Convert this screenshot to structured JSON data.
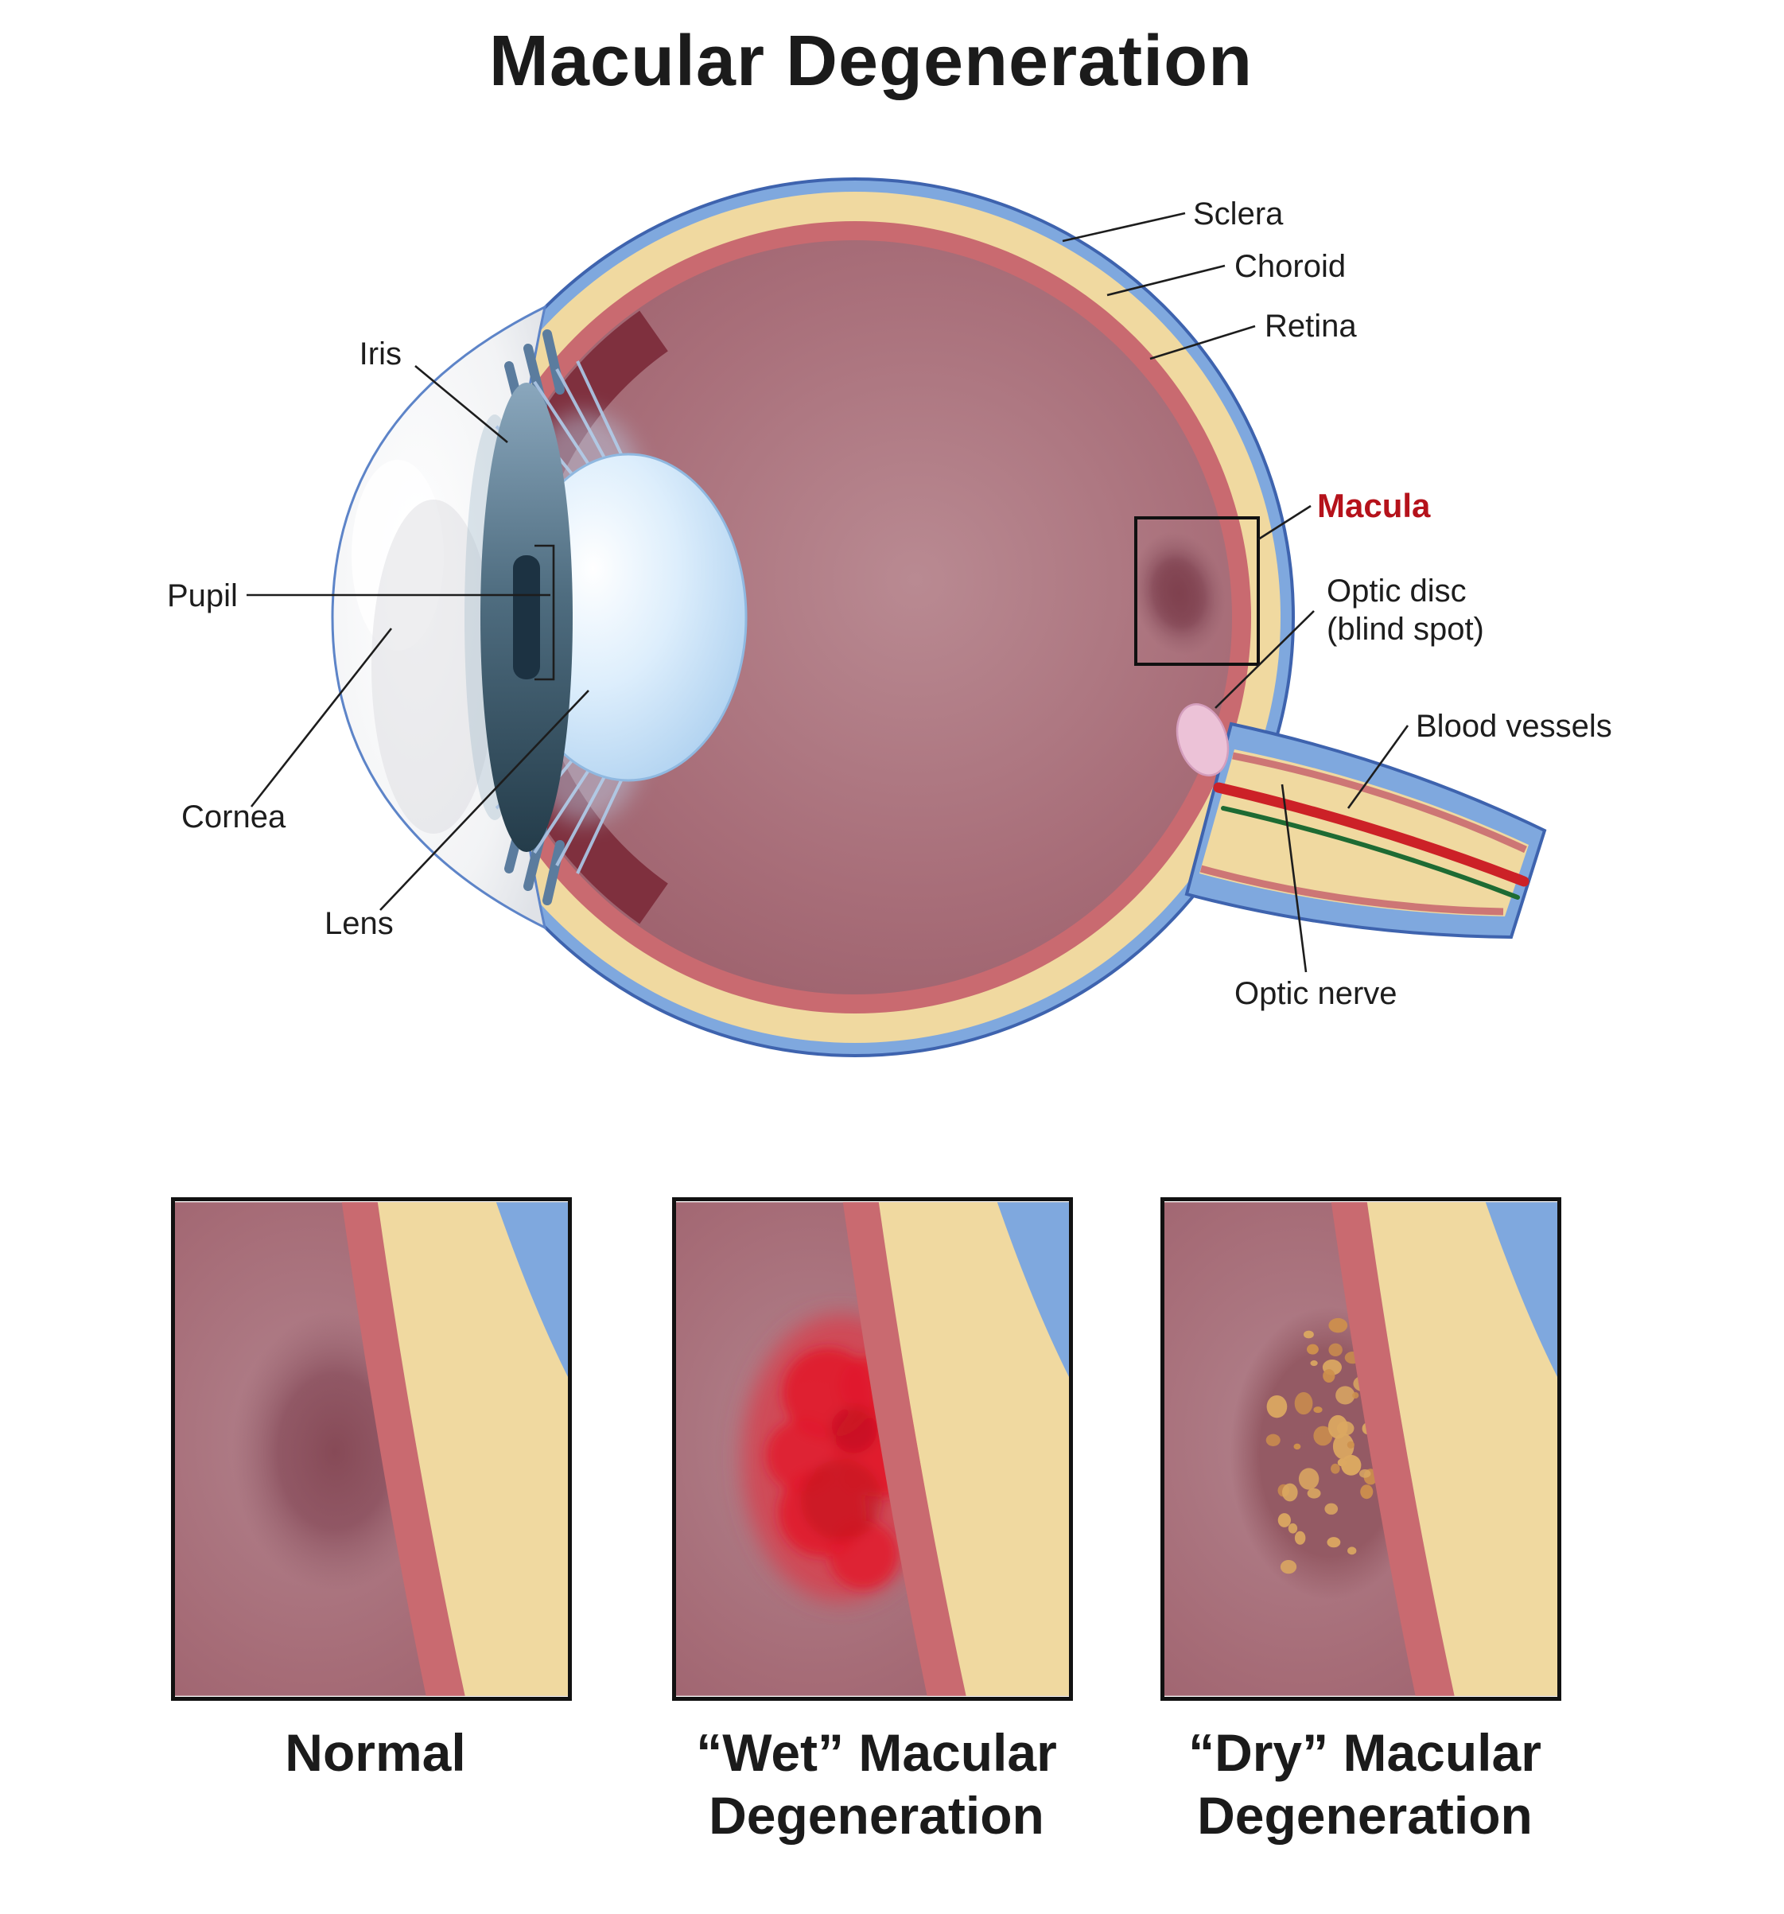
{
  "title": "Macular Degeneration",
  "eye_labels": {
    "sclera": "Sclera",
    "choroid": "Choroid",
    "retina": "Retina",
    "iris": "Iris",
    "macula": "Macula",
    "pupil": "Pupil",
    "optic_disc_line1": "Optic disc",
    "optic_disc_line2": "(blind spot)",
    "blood_vessels": "Blood vessels",
    "cornea": "Cornea",
    "lens": "Lens",
    "optic_nerve": "Optic nerve"
  },
  "panels": [
    {
      "caption_line1": "Normal",
      "caption_line2": ""
    },
    {
      "caption_line1": "“Wet” Macular",
      "caption_line2": "Degeneration"
    },
    {
      "caption_line1": "“Dry” Macular",
      "caption_line2": "Degeneration"
    }
  ],
  "colors": {
    "macula_label_red": "#b5121b",
    "text": "#1d1d1d",
    "outer_blue": "#7fa8de",
    "outer_blue_outline": "#3e63ae",
    "sclera_cream": "#f0d9a0",
    "choroid_salmon": "#c96a70",
    "vitreous_mauve": "#a56873",
    "ciliary_maroon": "#7b2a38",
    "lens_blue": "#cfe6f8",
    "optic_disc_pink": "#ecc2d7",
    "blood_vessel_red": "#cc2127",
    "blood_vessel_green": "#1e6b33",
    "wet_hemorrhage_red": "#e02433",
    "drusen_tan": "#dba861",
    "panel_border": "#111111"
  }
}
